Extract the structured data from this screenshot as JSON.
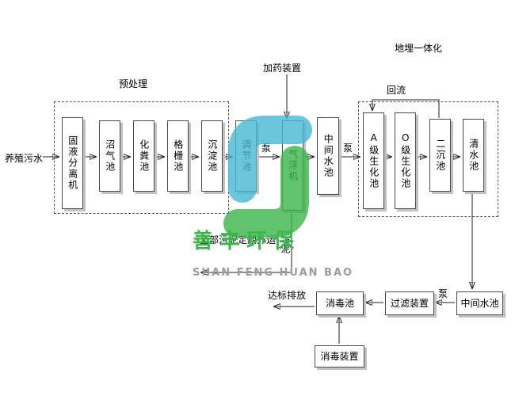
{
  "diagram": {
    "influent": "养殖污水",
    "pretreat_label": "预处理",
    "dosing_label": "加药装置",
    "buried_label": "地埋一体化",
    "reflux_label": "回流",
    "pump": "泵",
    "sludge_label": "污泥",
    "sludge_note": "全部污泥定期外运",
    "discharge_label": "达标排放",
    "boxes": {
      "separator": "固液分离机",
      "biogas": "沼气池",
      "septic": "化粪池",
      "grid": "格栅池",
      "sedimentation": "沉淀池",
      "regulating": "调节池",
      "flotation": "气浮机",
      "mid_pool_1": "中间水池",
      "a_bio": "A级生化池",
      "o_bio": "O级生化池",
      "secondary_sed": "二沉池",
      "clear_pool": "清水池",
      "mid_pool_2": "中间水池",
      "filter_device": "过滤装置",
      "disinfect_pool": "消毒池",
      "disinfect_device": "消毒装置"
    }
  },
  "watermark": {
    "cn": "善丰环保",
    "en": "SHAN FENG HUAN BAO",
    "teal": "#47b8d4",
    "green": "#3cb54a",
    "gray": "#9c9c9c"
  }
}
